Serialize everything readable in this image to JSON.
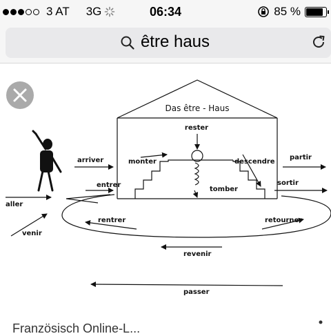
{
  "status_bar": {
    "carrier": "3 AT",
    "network": "3G",
    "time": "06:34",
    "battery": "85 %",
    "battery_level": 0.85
  },
  "url_bar": {
    "query": "être haus"
  },
  "diagram": {
    "title": "Das être - Haus",
    "labels": {
      "rester": "rester",
      "monter": "monter",
      "descendre": "descendre",
      "tomber": "tomber",
      "arriver": "arriver",
      "entrer": "entrer",
      "partir": "partir",
      "sortir": "sortir",
      "aller": "aller",
      "venir": "venir",
      "rentrer": "rentrer",
      "retourner": "retourner",
      "revenir": "revenir",
      "passer": "passer"
    }
  },
  "footer": {
    "text": "Französisch Online-L..."
  }
}
